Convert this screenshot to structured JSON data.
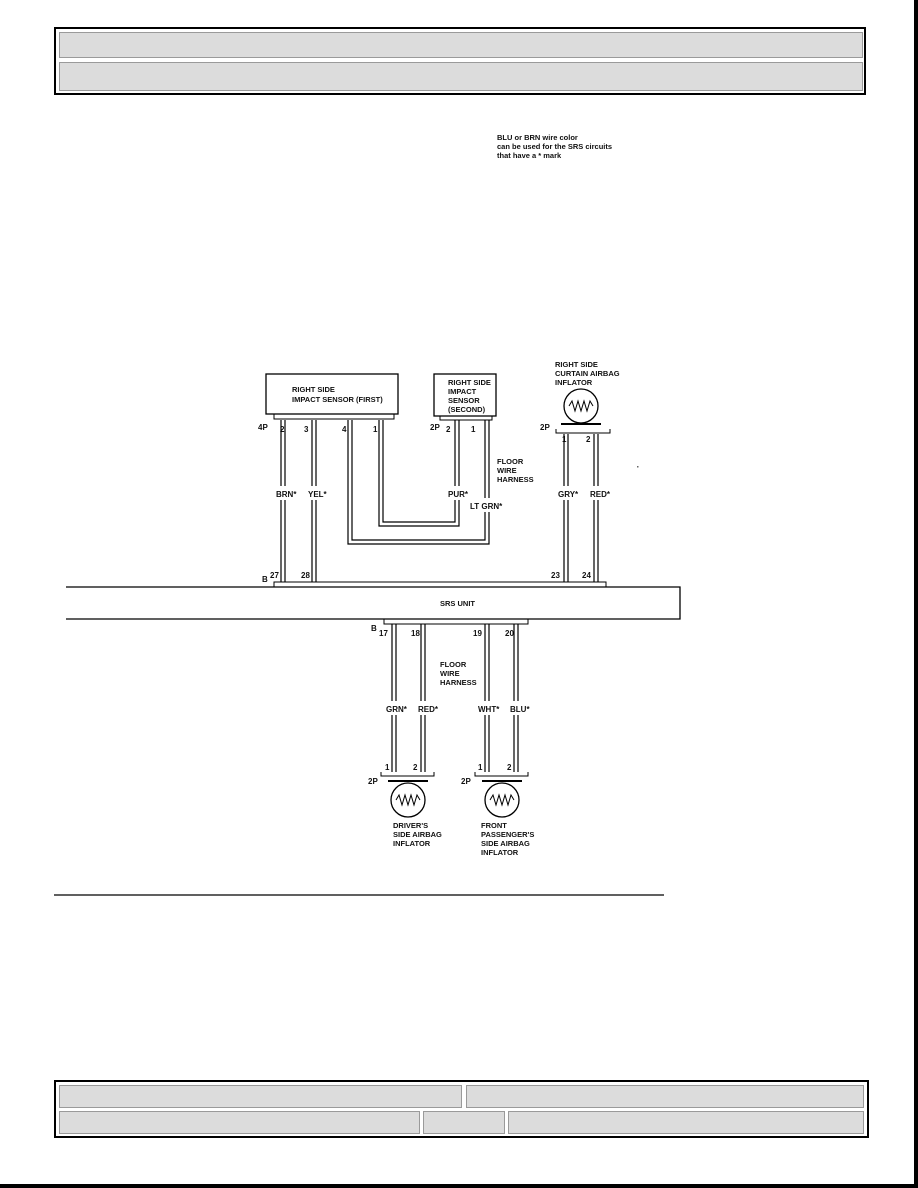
{
  "header": {
    "title": "",
    "subtitle": ""
  },
  "note": [
    "BLU or BRN wire color",
    "can be used for the SRS circuits",
    "that have a * mark"
  ],
  "components": {
    "impact_first": [
      "RIGHT SIDE",
      "IMPACT SENSOR (FIRST)"
    ],
    "impact_second": [
      "RIGHT SIDE",
      "IMPACT",
      "SENSOR",
      "(SECOND)"
    ],
    "curtain": [
      "RIGHT SIDE",
      "CURTAIN AIRBAG",
      "INFLATOR"
    ],
    "srs_unit": "SRS UNIT",
    "driver_inflator": [
      "DRIVER'S",
      "SIDE AIRBAG",
      "INFLATOR"
    ],
    "passenger_inflator": [
      "FRONT",
      "PASSENGER'S",
      "SIDE AIRBAG",
      "INFLATOR"
    ]
  },
  "harness": {
    "upper": [
      "FLOOR",
      "WIRE",
      "HARNESS"
    ],
    "lower": [
      "FLOOR",
      "WIRE",
      "HARNESS"
    ]
  },
  "connectors": {
    "c4p": "4P",
    "c2p_second": "2P",
    "c2p_curtain": "2P",
    "b_top": "B",
    "b_bottom": "B",
    "c2p_driver": "2P",
    "c2p_pass": "2P"
  },
  "pins": {
    "first": [
      "2",
      "3",
      "4",
      "1"
    ],
    "second": [
      "2",
      "1"
    ],
    "curtain": [
      "1",
      "2"
    ],
    "srs_top": [
      "27",
      "28",
      "23",
      "24"
    ],
    "srs_bottom": [
      "17",
      "18",
      "19",
      "20"
    ],
    "driver": [
      "1",
      "2"
    ],
    "pass": [
      "1",
      "2"
    ]
  },
  "wires": {
    "brn": "BRN*",
    "yel": "YEL*",
    "pur": "PUR*",
    "ltgrn": "LT GRN*",
    "gry": "GRY*",
    "red_top": "RED*",
    "grn": "GRN*",
    "red_bottom": "RED*",
    "wht": "WHT*",
    "blu": "BLU*"
  },
  "footer": {
    "left_top": "",
    "right_top": "",
    "left_bottom": "",
    "mid_bottom": "",
    "right_bottom": ""
  }
}
